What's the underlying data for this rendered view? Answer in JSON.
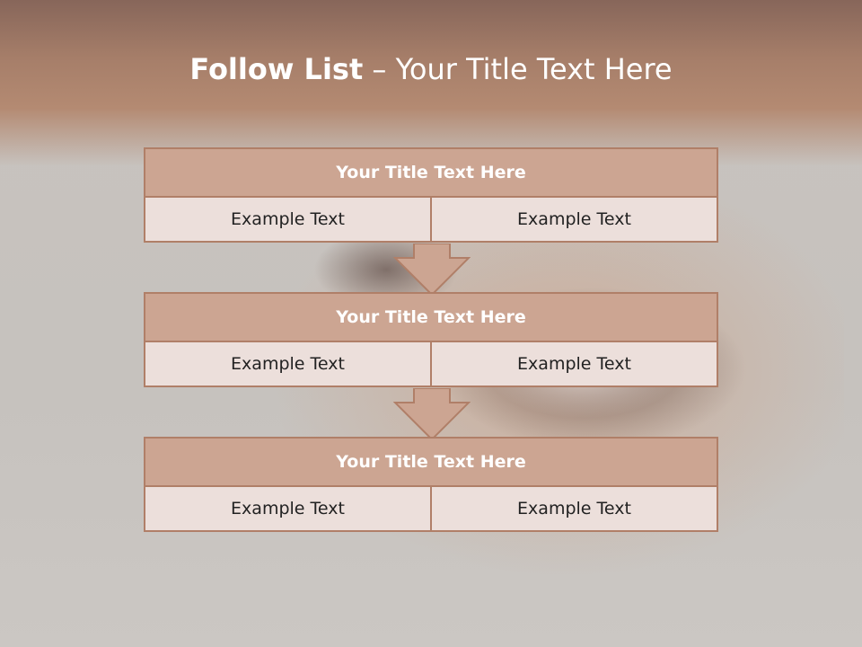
{
  "slide": {
    "title_bold": "Follow List",
    "title_rest": " – Your Title Text Here",
    "blocks": [
      {
        "title": "Your Title Text Here",
        "left": "Example Text",
        "right": "Example Text"
      },
      {
        "title": "Your Title Text Here",
        "left": "Example Text",
        "right": "Example Text"
      },
      {
        "title": "Your Title Text Here",
        "left": "Example Text",
        "right": "Example Text"
      }
    ]
  },
  "colors": {
    "header": "#a67e69",
    "block_title_fill": "#cca592",
    "block_border": "#b07f68",
    "cell_fill": "#ecdfdb",
    "arrow_fill": "#cca592"
  }
}
